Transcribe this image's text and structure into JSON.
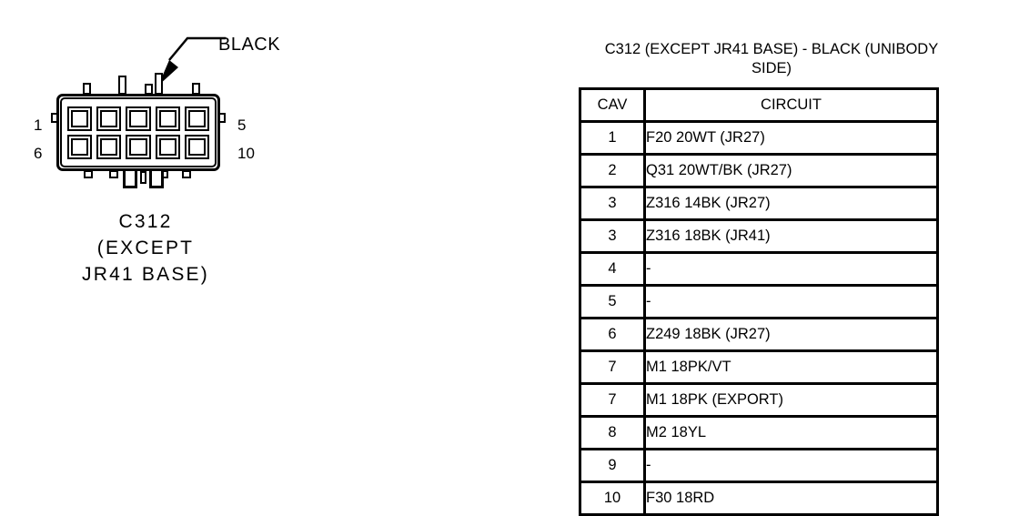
{
  "diagram": {
    "callout": {
      "label": "BLACK",
      "icon": "leader-arrow-icon"
    },
    "connector": {
      "cavity_count": 10,
      "rows": 2,
      "columns": 5,
      "pin_labels": {
        "top_left": "1",
        "bottom_left": "6",
        "top_right": "5",
        "bottom_right": "10"
      }
    },
    "caption_lines": [
      "C312",
      "(EXCEPT",
      "JR41 BASE)"
    ]
  },
  "table": {
    "title_lines": [
      "C312 (EXCEPT JR41 BASE) - BLACK (UNIBODY",
      "SIDE)"
    ],
    "headers": {
      "cav": "CAV",
      "circuit": "CIRCUIT"
    },
    "rows": [
      {
        "cav": "1",
        "circuit": "F20 20WT (JR27)"
      },
      {
        "cav": "2",
        "circuit": "Q31 20WT/BK (JR27)"
      },
      {
        "cav": "3",
        "circuit": "Z316 14BK (JR27)"
      },
      {
        "cav": "3",
        "circuit": "Z316 18BK (JR41)"
      },
      {
        "cav": "4",
        "circuit": "-"
      },
      {
        "cav": "5",
        "circuit": "-"
      },
      {
        "cav": "6",
        "circuit": "Z249 18BK (JR27)"
      },
      {
        "cav": "7",
        "circuit": "M1 18PK/VT"
      },
      {
        "cav": "7",
        "circuit": "M1 18PK (EXPORT)"
      },
      {
        "cav": "8",
        "circuit": "M2 18YL"
      },
      {
        "cav": "9",
        "circuit": "-"
      },
      {
        "cav": "10",
        "circuit": "F30 18RD"
      }
    ]
  },
  "colors": {
    "ink": "#000000",
    "background": "#ffffff"
  }
}
